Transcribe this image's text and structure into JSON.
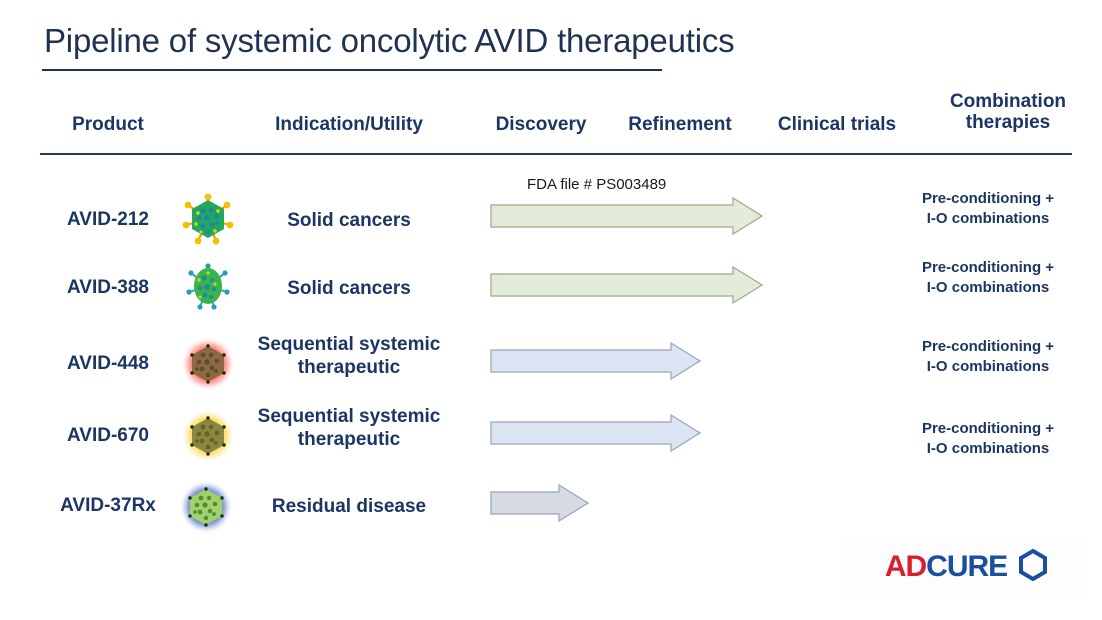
{
  "slide": {
    "title": "Pipeline of systemic oncolytic AVID therapeutics",
    "background_color": "#ffffff",
    "accent_color": "#1b3663"
  },
  "table": {
    "headers": [
      {
        "label": "Product"
      },
      {
        "label": "Indication/Utility"
      },
      {
        "label": "Discovery"
      },
      {
        "label": "Refinement"
      },
      {
        "label": "Clinical trials"
      },
      {
        "label_line1": "Combination",
        "label_line2": "therapies"
      }
    ],
    "rows": [
      {
        "product": "AVID-212",
        "indication_line1": "Solid cancers",
        "indication_line2": "",
        "icon": "virus-green-yellow-fibers-icon",
        "arrow": {
          "stage": "clinical-trials",
          "color": "#e3ecd9",
          "border": "#9aa98c",
          "start": 490,
          "end": 762
        },
        "annotation": "FDA file # PS003489",
        "combination_line1": "Pre-conditioning +",
        "combination_line2": "I-O combinations"
      },
      {
        "product": "AVID-388",
        "indication_line1": "Solid cancers",
        "indication_line2": "",
        "icon": "virus-green-blue-icon",
        "arrow": {
          "stage": "clinical-trials",
          "color": "#e3ecd9",
          "border": "#9aa98c",
          "start": 490,
          "end": 762
        },
        "annotation": "",
        "combination_line1": "Pre-conditioning +",
        "combination_line2": "I-O combinations"
      },
      {
        "product": "AVID-448",
        "indication_line1": "Sequential systemic",
        "indication_line2": "therapeutic",
        "icon": "virus-red-glow-icon",
        "arrow": {
          "stage": "refinement",
          "color": "#dce3f2",
          "border": "#9aa4b8",
          "start": 490,
          "end": 700
        },
        "annotation": "",
        "combination_line1": "Pre-conditioning +",
        "combination_line2": "I-O combinations"
      },
      {
        "product": "AVID-670",
        "indication_line1": "Sequential systemic",
        "indication_line2": "therapeutic",
        "icon": "virus-yellow-glow-icon",
        "arrow": {
          "stage": "refinement",
          "color": "#dce3f2",
          "border": "#9aa4b8",
          "start": 490,
          "end": 700
        },
        "annotation": "",
        "combination_line1": "Pre-conditioning +",
        "combination_line2": "I-O combinations"
      },
      {
        "product": "AVID-37Rx",
        "indication_line1": "Residual disease",
        "indication_line2": "",
        "icon": "virus-blue-glow-icon",
        "arrow": {
          "stage": "discovery",
          "color": "#d6dbe6",
          "border": "#9aa4b8",
          "start": 490,
          "end": 587
        },
        "annotation": "",
        "combination_line1": "",
        "combination_line2": ""
      }
    ]
  },
  "logo": {
    "part1": "AD",
    "part2": "CURE",
    "part1_color": "#d91f2d",
    "part2_color": "#1a4fa0",
    "hex_icon": "hexagon-icon"
  }
}
